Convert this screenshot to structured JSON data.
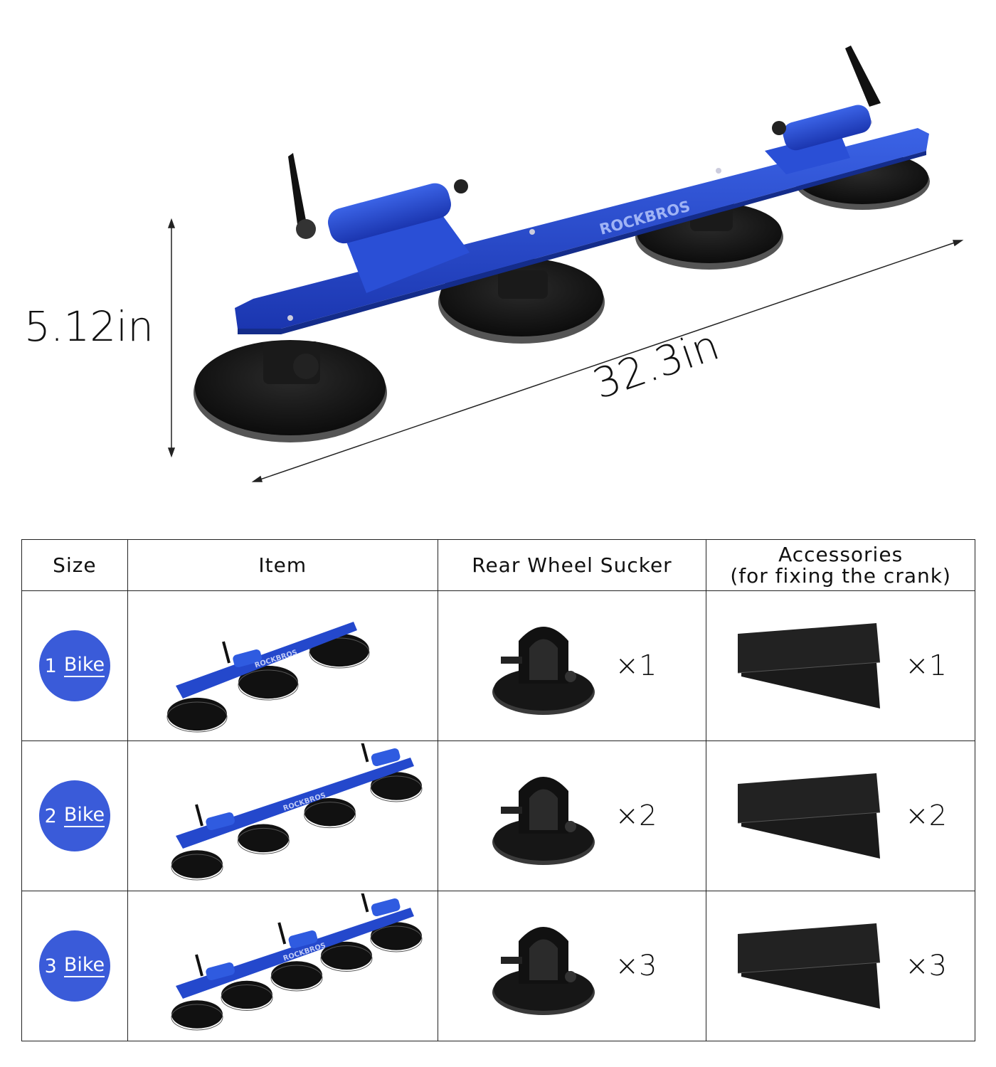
{
  "hero": {
    "brand": "ROCKBROS",
    "height_label": "5.12in",
    "length_label": "32.3in",
    "rack_color": "#2448cc"
  },
  "table": {
    "headers": {
      "size": "Size",
      "item": "Item",
      "sucker": "Rear Wheel Sucker",
      "accessories_line1": "Accessories",
      "accessories_line2": "(for fixing the crank)"
    },
    "badge_color": "#3a5bd9",
    "rows": [
      {
        "num": "1",
        "word": "Bike",
        "sucker_qty": "×1",
        "acc_qty": "×1",
        "suckers": 3,
        "mounts": 1
      },
      {
        "num": "2",
        "word": "Bike",
        "sucker_qty": "×2",
        "acc_qty": "×2",
        "suckers": 4,
        "mounts": 2
      },
      {
        "num": "3",
        "word": "Bike",
        "sucker_qty": "×3",
        "acc_qty": "×3",
        "suckers": 5,
        "mounts": 3
      }
    ]
  }
}
